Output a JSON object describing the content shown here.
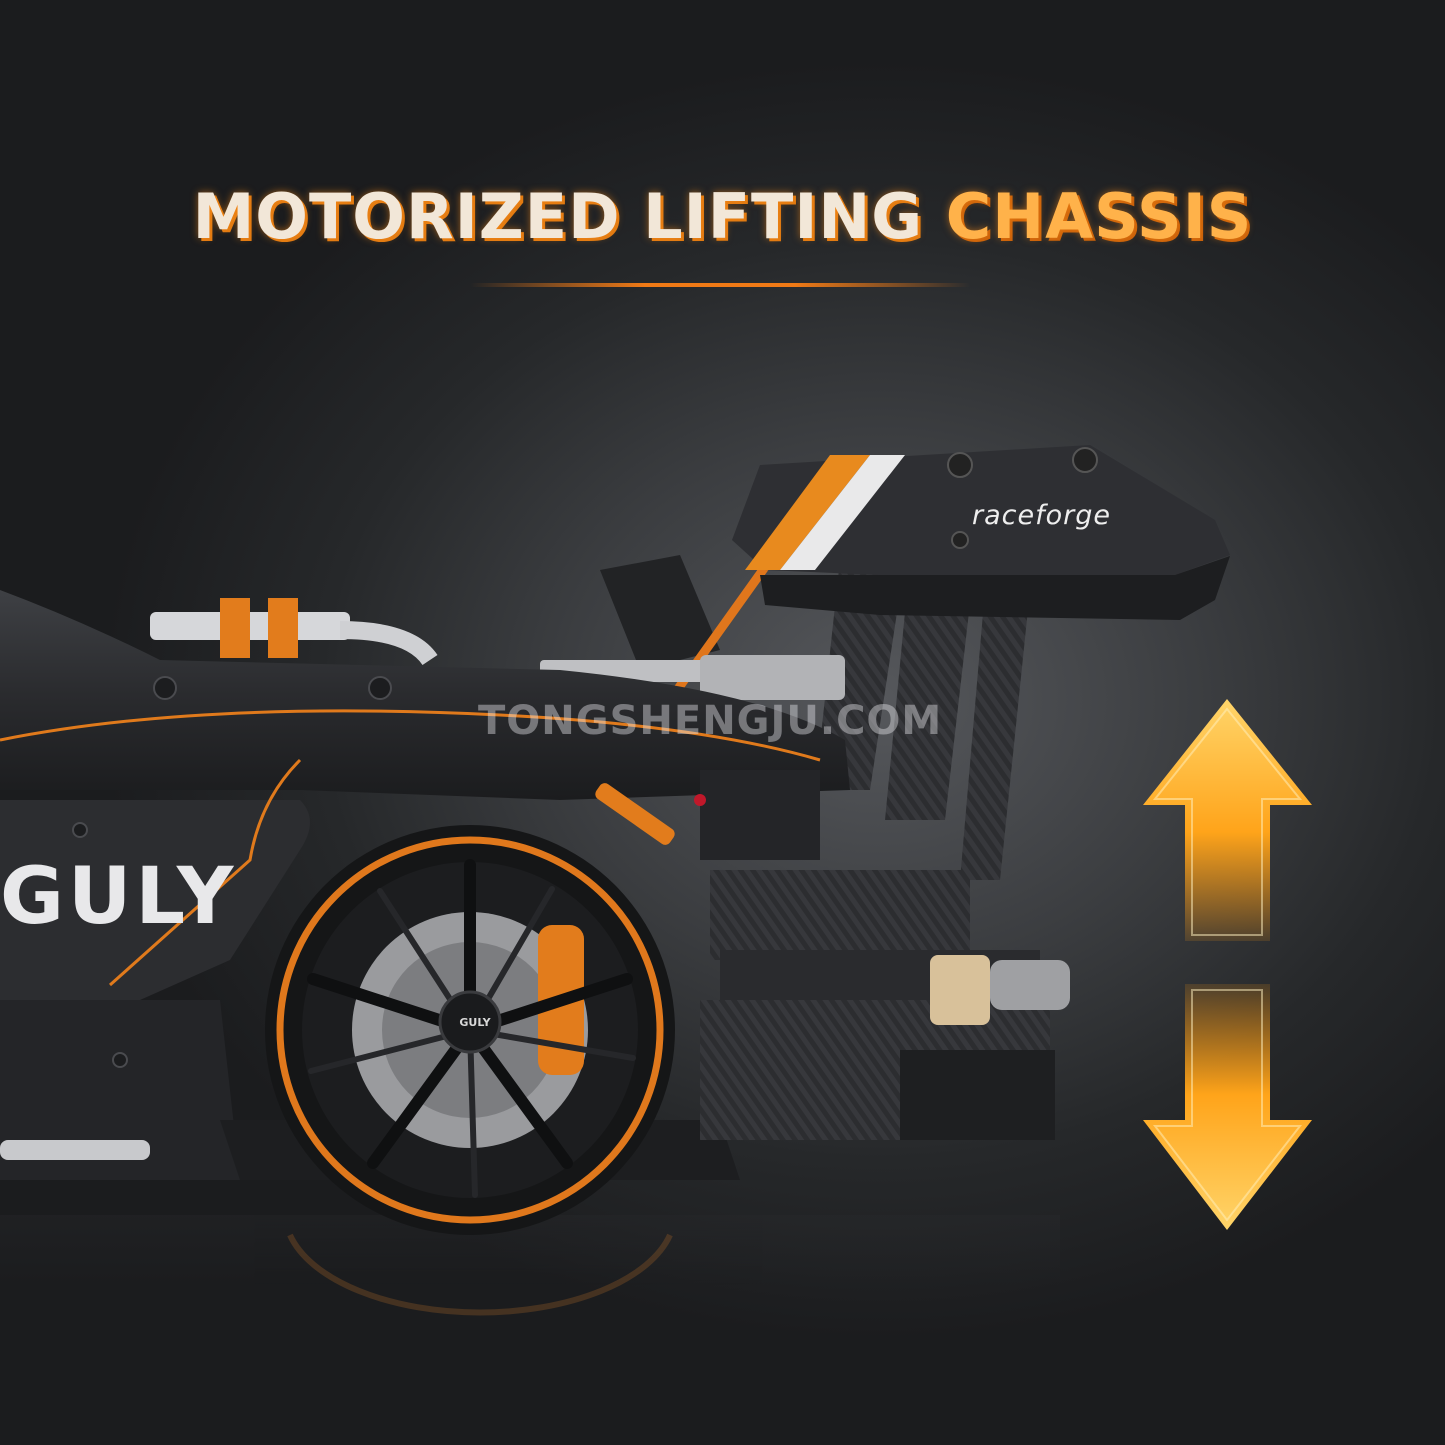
{
  "headline": {
    "part1": "MOTORIZED LIFTING",
    "part2": "CHASSIS"
  },
  "watermark": "TONGSHENGJU.COM",
  "decals": {
    "brand_side": "GULY",
    "spoiler": "raceforge",
    "hub": "GULY"
  },
  "icons": [
    "up-arrow-icon",
    "down-arrow-icon"
  ],
  "colors": {
    "accent_orange": "#f07a16",
    "arrow_gold": "#ffb21e",
    "body_dark": "#2a2b2e"
  }
}
